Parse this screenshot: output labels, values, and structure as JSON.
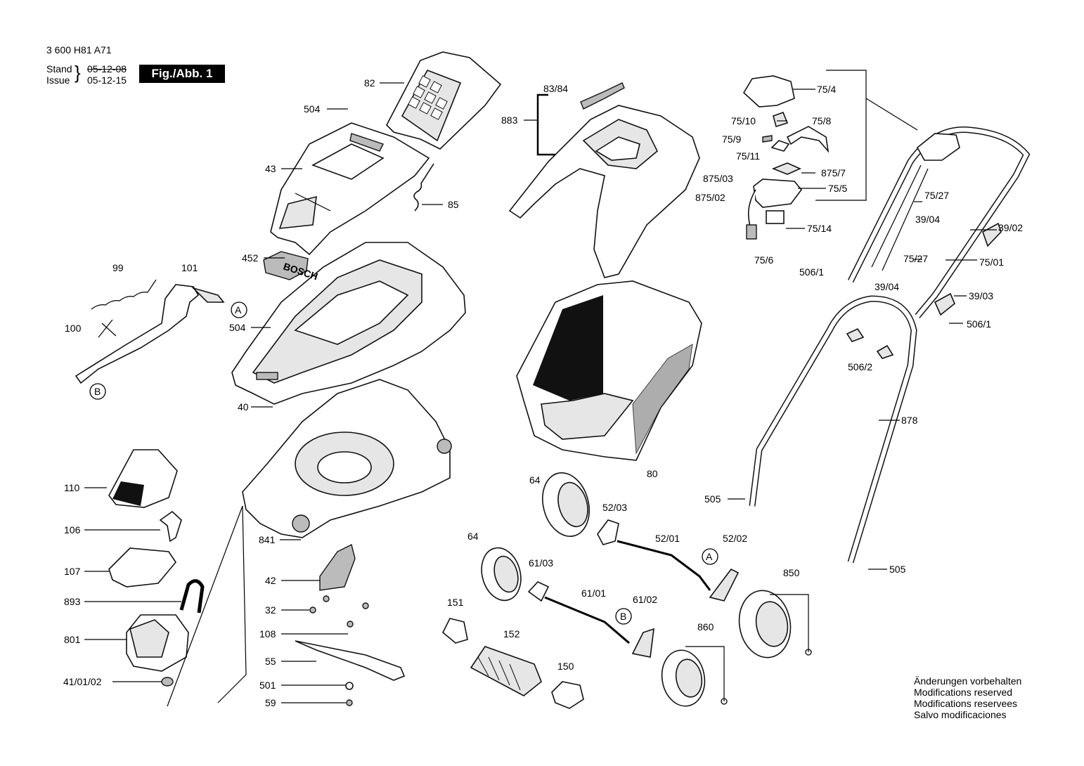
{
  "header": {
    "doc_number": "3 600 H81 A71",
    "stand_label": "Stand",
    "issue_label": "Issue",
    "stand_date": "05-12-08",
    "issue_date": "05-12-15",
    "figure_label": "Fig./Abb. 1"
  },
  "callouts": {
    "c82": "82",
    "c504a": "504",
    "c43": "43",
    "c85": "85",
    "c452": "452",
    "c504b": "504",
    "c40": "40",
    "c99": "99",
    "c101": "101",
    "c100": "100",
    "c110": "110",
    "c106": "106",
    "c107": "107",
    "c893": "893",
    "c801": "801",
    "c410102": "41/01/02",
    "c841": "841",
    "c42": "42",
    "c32": "32",
    "c108": "108",
    "c55": "55",
    "c501": "501",
    "c59": "59",
    "c8384": "83/84",
    "c883": "883",
    "c80": "80",
    "c754": "75/4",
    "c7510": "75/10",
    "c758": "75/8",
    "c759": "75/9",
    "c7511": "75/11",
    "c87503": "875/03",
    "c8757": "875/7",
    "c87502": "875/02",
    "c755": "75/5",
    "c7514": "75/14",
    "c756": "75/6",
    "c7527a": "75/27",
    "c3904a": "39/04",
    "c3902": "39/02",
    "c7527b": "75/27",
    "c7501": "75/01",
    "c5061a": "506/1",
    "c3904b": "39/04",
    "c3903": "39/03",
    "c5061b": "506/1",
    "c5062": "506/2",
    "c878": "878",
    "c505a": "505",
    "c505b": "505",
    "c64a": "64",
    "c5203": "52/03",
    "c5201": "52/01",
    "c5202": "52/02",
    "c64b": "64",
    "c6103": "61/03",
    "c6101": "61/01",
    "c6102": "61/02",
    "c850": "850",
    "c151": "151",
    "c152": "152",
    "c150": "150",
    "c860": "860",
    "refA1": "A",
    "refB1": "B",
    "refA2": "A",
    "refB2": "B",
    "logo": "BOSCH"
  },
  "notes": [
    "Änderungen vorbehalten",
    "Modifications reserved",
    "Modifications reservees",
    "Salvo modificaciones"
  ]
}
